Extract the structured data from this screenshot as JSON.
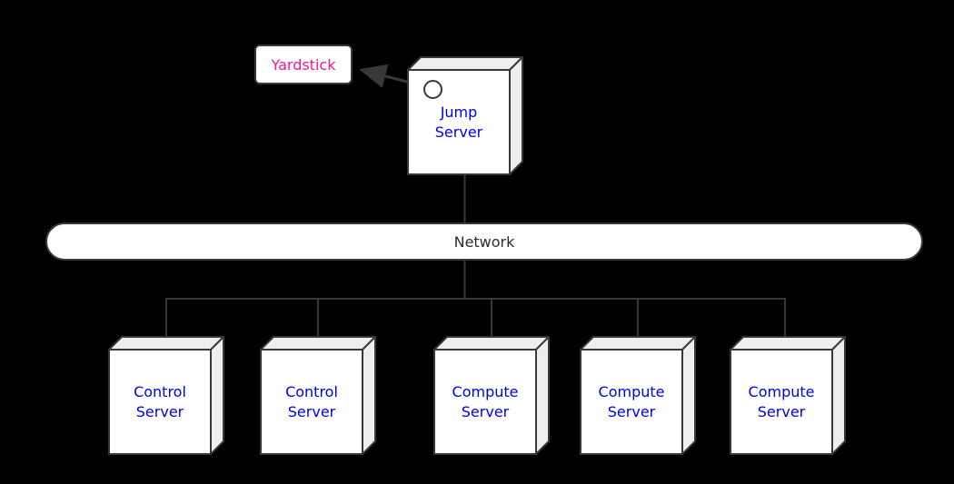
{
  "diagram": {
    "type": "deployment-diagram",
    "background": "#000000",
    "yardstick": {
      "label": "Yardstick",
      "text_color": "#FF1493"
    },
    "jump_server": {
      "label": "Jump Server",
      "text_color": "#0000EE"
    },
    "network": {
      "label": "Network",
      "text_color": "#2B2B2B"
    },
    "servers": [
      {
        "label": "Control Server"
      },
      {
        "label": "Control Server"
      },
      {
        "label": "Compute Server"
      },
      {
        "label": "Compute Server"
      },
      {
        "label": "Compute Server"
      }
    ],
    "colors": {
      "node_face": "#FFFFFF",
      "node_depth": "#EEEEEE",
      "outline": "#383838",
      "connector": "#383838"
    }
  }
}
